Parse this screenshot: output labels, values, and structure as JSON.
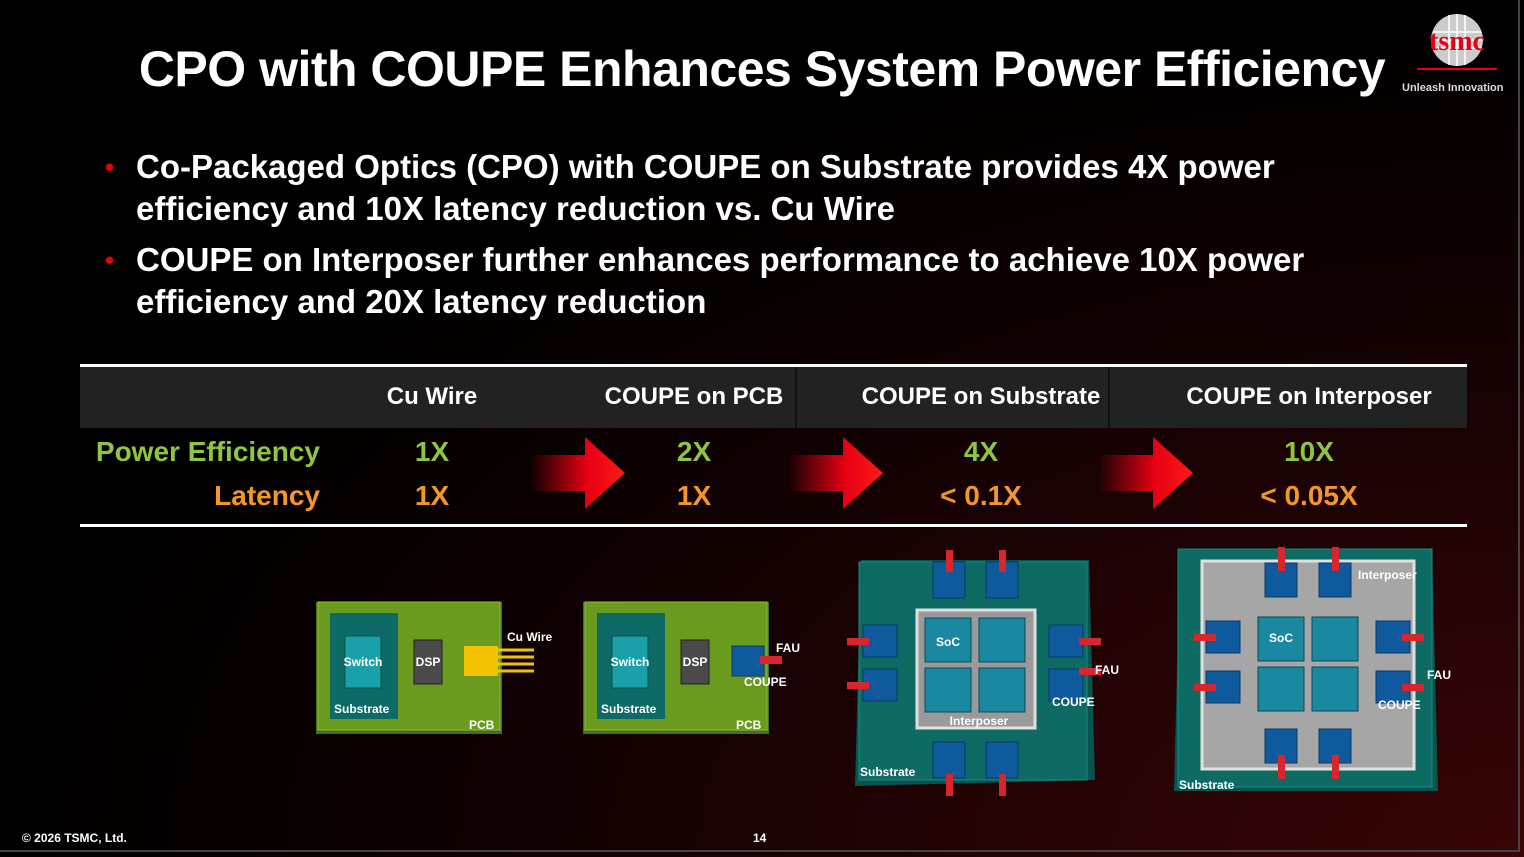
{
  "title": "CPO with COUPE Enhances System Power Efficiency",
  "logo": {
    "tagline": "Unleash Innovation"
  },
  "bullets": [
    "Co-Packaged Optics (CPO) with COUPE on Substrate provides 4X power efficiency and 10X latency reduction vs. Cu Wire",
    "COUPE on Interposer further enhances performance to achieve 10X power efficiency and 20X latency reduction"
  ],
  "table": {
    "columns": [
      "Cu Wire",
      "COUPE on PCB",
      "COUPE on Substrate",
      "COUPE on Interposer"
    ],
    "rows": [
      {
        "label": "Power Efficiency",
        "values": [
          "1X",
          "2X",
          "4X",
          "10X"
        ]
      },
      {
        "label": "Latency",
        "values": [
          "1X",
          "1X",
          "< 0.1X",
          "< 0.05X"
        ]
      }
    ]
  },
  "diagrams": {
    "cu_wire": {
      "switch": "Switch",
      "dsp": "DSP",
      "substrate": "Substrate",
      "pcb": "PCB",
      "cu_wire": "Cu Wire"
    },
    "pcb": {
      "switch": "Switch",
      "dsp": "DSP",
      "substrate": "Substrate",
      "pcb": "PCB",
      "fau": "FAU",
      "coupe": "COUPE"
    },
    "substrate": {
      "soc": "SoC",
      "interposer": "Interposer",
      "substrate": "Substrate",
      "fau": "FAU",
      "coupe": "COUPE"
    },
    "interposer": {
      "soc": "SoC",
      "interposer": "Interposer",
      "substrate": "Substrate",
      "fau": "FAU",
      "coupe": "COUPE"
    }
  },
  "footer": {
    "copyright": "© 2026 TSMC, Ltd.",
    "page": "14"
  },
  "colors": {
    "accent_red": "#e60012",
    "green": "#8ec63f",
    "orange": "#f5962a",
    "pcb_green": "#6a9a1e",
    "teal": "#0d6a66"
  }
}
